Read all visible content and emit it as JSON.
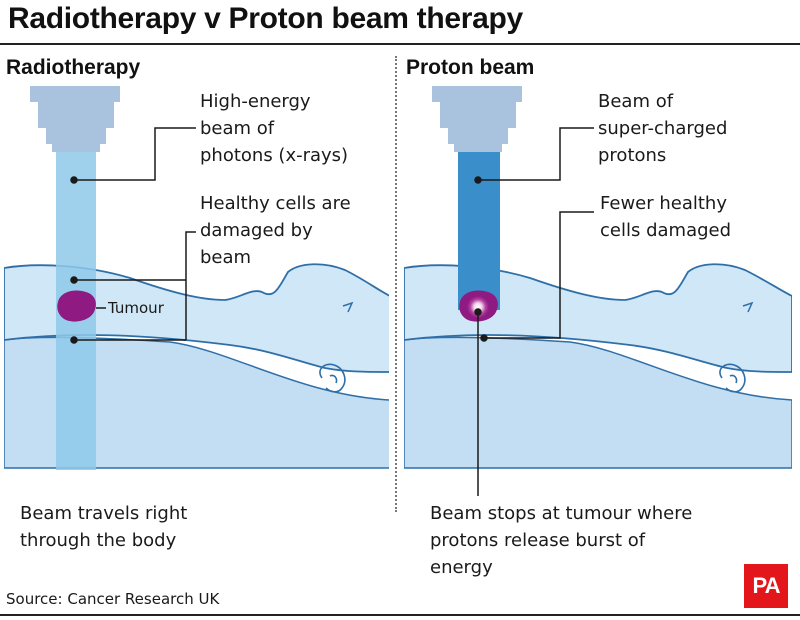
{
  "title": "Radiotherapy v Proton beam therapy",
  "panels": {
    "left": {
      "heading": "Radiotherapy",
      "beam_label": [
        "High-energy",
        "beam of",
        "photons (x-rays)"
      ],
      "damage_label": [
        "Healthy cells are",
        "damaged by",
        "beam"
      ],
      "tumour_label": "Tumour",
      "bottom_label": [
        "Beam travels right",
        "through the body"
      ]
    },
    "right": {
      "heading": "Proton beam",
      "beam_label": [
        "Beam of",
        "super-charged",
        "protons"
      ],
      "damage_label": [
        "Fewer healthy",
        "cells damaged"
      ],
      "bottom_label": [
        "Beam stops at tumour where",
        "protons release burst of",
        "energy"
      ]
    }
  },
  "source": "Source: Cancer Research UK",
  "logo": "PA",
  "colors": {
    "body_fill": "#cfe7f7",
    "body_stroke": "#2f6fa8",
    "xray_beam": "#8ec9ea",
    "proton_beam": "#3a8fca",
    "nozzle": "#a9c3df",
    "tumour": "#8e1a82",
    "logo_red": "#e3161b"
  }
}
